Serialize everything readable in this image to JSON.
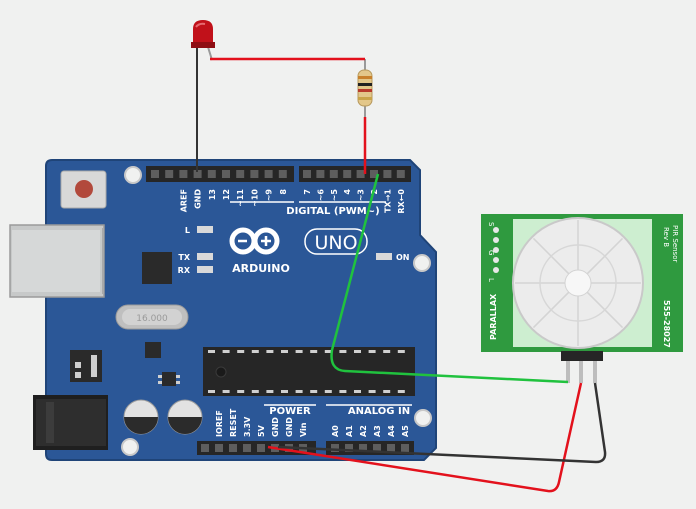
{
  "board": {
    "brand": "ARDUINO",
    "model": "UNO",
    "crystal": "16.000",
    "digital_label": "DIGITAL (PWM~)",
    "power_label": "POWER",
    "analog_label": "ANALOG IN",
    "led_labels": [
      "L",
      "TX",
      "RX",
      "ON"
    ],
    "digital_pins": [
      "AREF",
      "GND",
      "13",
      "12",
      "~11",
      "~10",
      "~9",
      "8",
      "7",
      "~6",
      "~5",
      "4",
      "~3",
      "2",
      "TX→1",
      "RX←0"
    ],
    "power_pins": [
      "IOREF",
      "RESET",
      "3.3V",
      "5V",
      "GND",
      "GND",
      "Vin"
    ],
    "analog_pins": [
      "A0",
      "A1",
      "A2",
      "A3",
      "A4",
      "A5"
    ]
  },
  "sensor": {
    "pin_labels": [
      "S",
      "G",
      "L"
    ],
    "vendor": "PARALLAX",
    "title": "PIR Sensor",
    "revision": "Rev B",
    "part_number": "555-28027"
  },
  "colors": {
    "background": "#f0f1f0",
    "board": "#2b5797",
    "wire_red": "#e3111c",
    "wire_green": "#20c23e",
    "wire_black": "#333333",
    "sensor_board": "#2f9a3f"
  }
}
